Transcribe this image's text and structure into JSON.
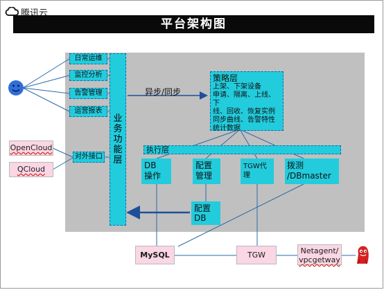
{
  "brand": {
    "name": "腾讯云"
  },
  "title": "平台架构图",
  "left_menu": [
    "日常运维",
    "监控分析",
    "告警管理",
    "运营报表"
  ],
  "external_clients": [
    "OpenCloud",
    "QCloud"
  ],
  "external_api": "对外接口",
  "business_layer": "业务功能层",
  "sync_label": "异步/同步",
  "strategy_layer": {
    "title": "策略层",
    "lines": [
      "上架、下架设备",
      "申请、隔离、上线、下",
      "线、回收、恢复实例",
      "同步曲线、告警特性",
      "统计数据"
    ]
  },
  "execution_layer": {
    "title": "执行层",
    "modules": [
      {
        "line1": "DB",
        "line2": "操作"
      },
      {
        "line1": "配置",
        "line2": "管理"
      },
      {
        "line1": "TGW代",
        "line2": "理"
      },
      {
        "line1": "拨测",
        "line2": "/DBmaster"
      }
    ]
  },
  "config_db": {
    "line1": "配置",
    "line2": "DB"
  },
  "bottom": {
    "mysql": "MySQL",
    "tgw": "TGW",
    "netagent_line1": "Netagent/",
    "netagent_line2": "vpcgetway"
  },
  "colors": {
    "accent": "#22ccdd",
    "dashed_border": "#0c6ea8",
    "pink": "#fbd6e4",
    "arrow": "#1f4f9a",
    "line": "#2a6aa8"
  }
}
